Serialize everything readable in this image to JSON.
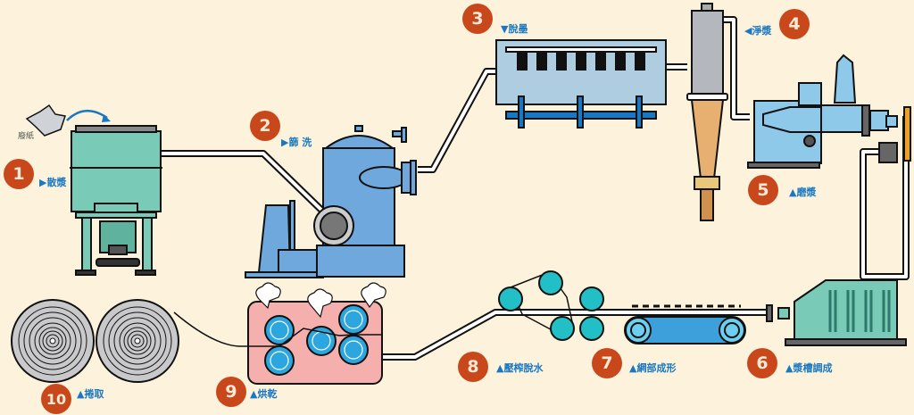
{
  "title": "Paper recycling process diagram",
  "input_label": "廢紙",
  "steps": [
    {
      "number": "1",
      "arrow": "▶",
      "label": "散漿"
    },
    {
      "number": "2",
      "arrow": "▶",
      "label": "篩 洗"
    },
    {
      "number": "3",
      "arrow": "▼",
      "label": "脫墨"
    },
    {
      "number": "4",
      "arrow": "◀",
      "label": "淨漿"
    },
    {
      "number": "5",
      "arrow": "▲",
      "label": "磨漿"
    },
    {
      "number": "6",
      "arrow": "▲",
      "label": "漿槽調成"
    },
    {
      "number": "7",
      "arrow": "▲",
      "label": "網部成形"
    },
    {
      "number": "8",
      "arrow": "▲",
      "label": "壓榨脫水"
    },
    {
      "number": "9",
      "arrow": "▲",
      "label": "烘乾"
    },
    {
      "number": "10",
      "arrow": "▲",
      "label": "捲取"
    }
  ],
  "colors": {
    "background": "#fdf3dc",
    "badge": "#c8481c",
    "label": "#1a78c2",
    "pulper": "#79cbb8",
    "screen": "#6fa8dc",
    "deinking": "#aecde0",
    "refiner": "#8ec9ea",
    "press_roll": "#22bfc6",
    "dryer": "#f5b0ad",
    "dryer_roll": "#2ba6de"
  }
}
